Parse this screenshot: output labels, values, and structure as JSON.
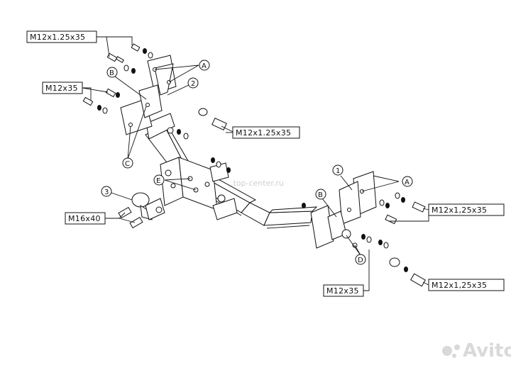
{
  "labels": {
    "top_left_bolt": "M12x1.25x35",
    "left_mid_bolt": "M12x35",
    "center_bolt": "M12x1.25x35",
    "ball_bolt": "M16x40",
    "right_upper_bolt": "M12x1,25x35",
    "right_lower_bolt": "M12x1,25x35",
    "bottom_bolt": "M12x35"
  },
  "callouts": {
    "A": "A",
    "B": "B",
    "C": "C",
    "D": "D",
    "E": "E",
    "n1": "1",
    "n2": "2",
    "n3": "3"
  },
  "watermark": "...top-center.ru",
  "brand": "Avito"
}
